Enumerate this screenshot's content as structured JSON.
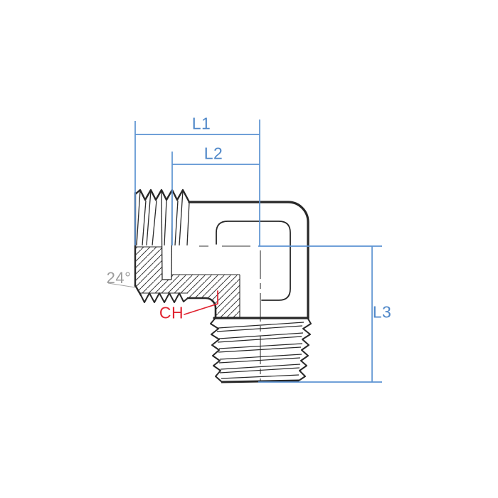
{
  "page": {
    "background": "#ffffff"
  },
  "diagram": {
    "dimension_labels": {
      "l1": "L1",
      "l2": "L2",
      "l3": "L3"
    },
    "callouts": {
      "angle": "24°",
      "chamfer": "CH"
    },
    "colors": {
      "dimension_line_blue": "#5c93d2",
      "dimension_text_blue": "#4d86c8",
      "callout_red": "#e02330",
      "angle_gray": "#9b9b9b",
      "drawing_line": "#272727"
    }
  }
}
